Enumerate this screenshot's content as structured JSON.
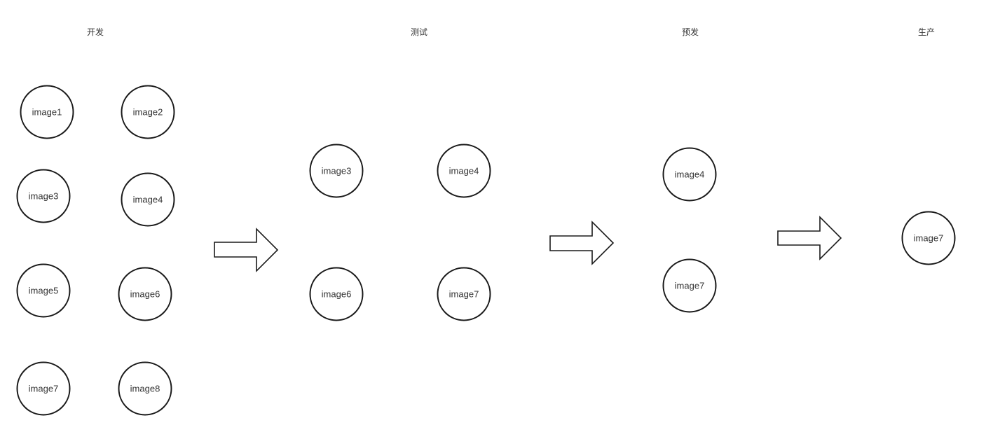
{
  "stages": [
    {
      "title": "开发",
      "images": [
        "image1",
        "image2",
        "image3",
        "image4",
        "image5",
        "image6",
        "image7",
        "image8"
      ]
    },
    {
      "title": "测试",
      "images": [
        "image3",
        "image4",
        "image6",
        "image7"
      ]
    },
    {
      "title": "预发",
      "images": [
        "image4",
        "image7"
      ]
    },
    {
      "title": "生产",
      "images": [
        "image7"
      ]
    }
  ],
  "colors": {
    "stroke": "#1a1a1a",
    "text": "#333333",
    "background": "#ffffff"
  }
}
